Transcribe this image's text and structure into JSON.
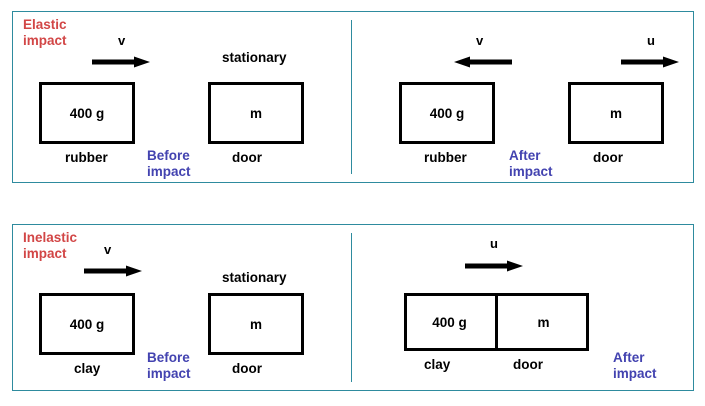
{
  "diagram": {
    "title_visible": false,
    "colors": {
      "panel_border": "#2e8b9e",
      "heading_red": "#d24646",
      "caption_blue": "#4343b0",
      "box_outline": "#000000",
      "background": "#ffffff"
    }
  },
  "panels": [
    {
      "id": "elastic",
      "heading": "Elastic\nimpact",
      "before": {
        "caption": "Before\nimpact",
        "velocity_symbol": "v",
        "velocity_direction": "right",
        "stationary_label": "stationary",
        "bodies": [
          {
            "mass_label": "400 g",
            "name_label": "rubber"
          },
          {
            "mass_label": "m",
            "name_label": "door"
          }
        ]
      },
      "after": {
        "caption": "After\nimpact",
        "left_symbol": "v",
        "left_direction": "left",
        "right_symbol": "u",
        "right_direction": "right",
        "bodies": [
          {
            "mass_label": "400 g",
            "name_label": "rubber"
          },
          {
            "mass_label": "m",
            "name_label": "door"
          }
        ]
      }
    },
    {
      "id": "inelastic",
      "heading": "Inelastic\nimpact",
      "before": {
        "caption": "Before\nimpact",
        "velocity_symbol": "v",
        "velocity_direction": "right",
        "stationary_label": "stationary",
        "bodies": [
          {
            "mass_label": "400 g",
            "name_label": "clay"
          },
          {
            "mass_label": "m",
            "name_label": "door"
          }
        ]
      },
      "after": {
        "caption": "After\nimpact",
        "velocity_symbol": "u",
        "velocity_direction": "right",
        "joined": true,
        "bodies": [
          {
            "mass_label": "400 g",
            "name_label": "clay"
          },
          {
            "mass_label": "m",
            "name_label": "door"
          }
        ]
      }
    }
  ]
}
